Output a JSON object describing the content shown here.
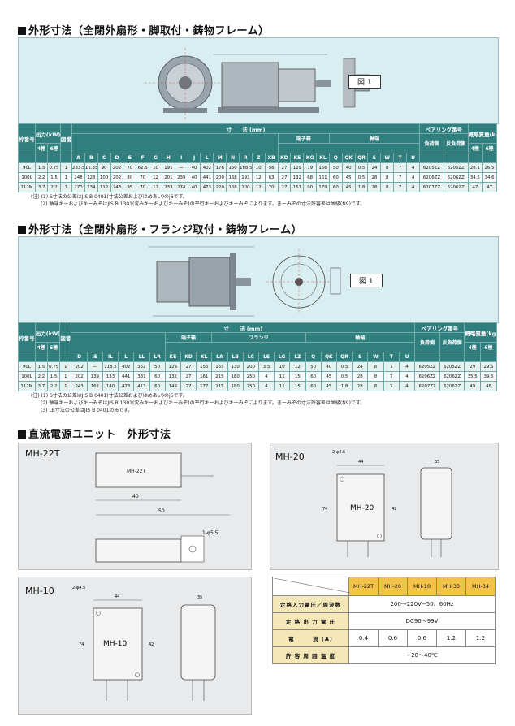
{
  "section1": {
    "title": "外形寸法（全閉外扇形・脚取付・鋳物フレーム）",
    "figure_label": "図 1",
    "header": {
      "frame": "枠番号",
      "output": "出力(kW)",
      "pole4": "4極",
      "pole6": "6極",
      "fig": "図番",
      "dims": "寸　　法 (mm)",
      "terminal": "端子箱",
      "shaft": "軸端",
      "bearing": "ベアリング番号",
      "load": "負荷側",
      "antiload": "反負荷側",
      "mass": "概略質量(kg)",
      "cols": [
        "A",
        "B",
        "C",
        "D",
        "E",
        "F",
        "G",
        "H",
        "I",
        "J",
        "L",
        "M",
        "N",
        "R",
        "Z",
        "XB",
        "KD",
        "KE",
        "KG",
        "KL",
        "Q",
        "QK",
        "QR",
        "S",
        "W",
        "T",
        "U"
      ]
    },
    "rows": [
      [
        "90L",
        "1.5",
        "0.75",
        "1",
        "233.5",
        "11.35",
        "90",
        "202",
        "70",
        "62.5",
        "10",
        "191",
        "—",
        "40",
        "402",
        "176",
        "150",
        "168.5",
        "10",
        "56",
        "27",
        "129",
        "79",
        "156",
        "50",
        "40",
        "0.5",
        "24",
        "8",
        "7",
        "4",
        "6205ZZ",
        "6205ZZ",
        "28.1",
        "26.5"
      ],
      [
        "100L",
        "2.2",
        "1.5",
        "1",
        "248",
        "128",
        "100",
        "202",
        "80",
        "70",
        "12",
        "201",
        "239",
        "40",
        "441",
        "200",
        "168",
        "193",
        "12",
        "63",
        "27",
        "132",
        "68",
        "161",
        "60",
        "45",
        "0.5",
        "28",
        "8",
        "7",
        "4",
        "6206ZZ",
        "6206ZZ",
        "34.5",
        "34.6"
      ],
      [
        "112M",
        "3.7",
        "2.2",
        "1",
        "270",
        "134",
        "112",
        "243",
        "95",
        "70",
        "12",
        "233",
        "274",
        "40",
        "473",
        "220",
        "168",
        "200",
        "12",
        "70",
        "27",
        "151",
        "90",
        "179",
        "60",
        "45",
        "1.8",
        "28",
        "8",
        "7",
        "4",
        "6207ZZ",
        "6206ZZ",
        "47",
        "47"
      ]
    ],
    "notes": [
      "(注) (1) S寸法の公差はJIS B 0401(寸法公差およびはめあい)のj6です。",
      "(2) 軸端キーおよびキーみぞはJIS B 1301(沈みキーおよびキーみぞ)の平行キーおよびキーみぞによります。きーみぞの寸法許容差は並級(N9)です。"
    ]
  },
  "section2": {
    "title": "外形寸法（全閉外扇形・フランジ取付・鋳物フレーム）",
    "figure_label": "図 1",
    "header": {
      "frame": "枠番号",
      "output": "出力(kW)",
      "pole4": "4極",
      "pole6": "6極",
      "fig": "図番",
      "dims": "寸　　法 (mm)",
      "terminal": "端子箱",
      "flange": "フランジ",
      "shaft": "軸端",
      "bearing": "ベアリング番号",
      "load": "負荷側",
      "antiload": "反負荷側",
      "mass": "概略質量(kg)",
      "cols": [
        "D",
        "IE",
        "IL",
        "L",
        "LL",
        "LR",
        "KE",
        "KD",
        "KL",
        "LA",
        "LB",
        "LC",
        "LE",
        "LG",
        "LZ",
        "Q",
        "QK",
        "QR",
        "S",
        "W",
        "T",
        "U"
      ]
    },
    "rows": [
      [
        "90L",
        "1.5",
        "0.75",
        "1",
        "202",
        "—",
        "118.5",
        "402",
        "352",
        "50",
        "129",
        "27",
        "156",
        "165",
        "130",
        "200",
        "3.5",
        "10",
        "12",
        "50",
        "40",
        "0.5",
        "24",
        "8",
        "7",
        "4",
        "6205ZZ",
        "6205ZZ",
        "29",
        "29.5"
      ],
      [
        "100L",
        "2.2",
        "1.5",
        "1",
        "202",
        "139",
        "133",
        "441",
        "381",
        "60",
        "132",
        "27",
        "161",
        "215",
        "180",
        "250",
        "4",
        "11",
        "15",
        "60",
        "45",
        "0.5",
        "28",
        "8",
        "7",
        "4",
        "6206ZZ",
        "6206ZZ",
        "35.5",
        "39.5"
      ],
      [
        "112M",
        "3.7",
        "2.2",
        "1",
        "243",
        "162",
        "140",
        "473",
        "413",
        "60",
        "149",
        "27",
        "177",
        "215",
        "180",
        "250",
        "4",
        "11",
        "15",
        "60",
        "45",
        "1.8",
        "28",
        "8",
        "7",
        "4",
        "6207ZZ",
        "6206ZZ",
        "49",
        "48"
      ]
    ],
    "notes": [
      "(注) (1) S寸法の公差はJIS B 0401(寸法公差およびはめあい)のj6です。",
      "(2) 軸端キーおよびキーみぞはJIS B 1301(沈みキーおよびキーみぞ)の平行キーおよびキーみぞによります。きーみぞの寸法許容差は並級(N9)です。",
      "(3) LB寸法の公差はJIS B 0401のj6です。"
    ]
  },
  "section3": {
    "title": "直流電源ユニット　外形寸法",
    "units": {
      "mh22t": {
        "title": "MH-22T",
        "label": "MH-22T",
        "dims": [
          "40",
          "50",
          "1-φ5.5"
        ]
      },
      "mh20": {
        "title": "MH-20",
        "label": "MH-20",
        "dims": [
          "2-φ4.5",
          "44",
          "35",
          "74",
          "42"
        ]
      },
      "mh10": {
        "title": "MH-10",
        "label": "MH-10",
        "dims": [
          "2-φ4.5",
          "44",
          "35",
          "74",
          "42"
        ]
      }
    },
    "spec_table": {
      "models": [
        "MH-22T",
        "MH-20",
        "MH-10",
        "MH-33",
        "MH-34"
      ],
      "rows": [
        {
          "label": "定格入力電圧／周波数",
          "span": "200〜220V−50、60Hz"
        },
        {
          "label": "定 格 出 力 電 圧",
          "span": "DC90〜99V"
        },
        {
          "label": "電　　　流 (A)",
          "values": [
            "0.4",
            "0.6",
            "0.6",
            "1.2",
            "1.2"
          ]
        },
        {
          "label": "許 容 周 囲 温 度",
          "span": "−20〜40℃"
        }
      ]
    }
  }
}
